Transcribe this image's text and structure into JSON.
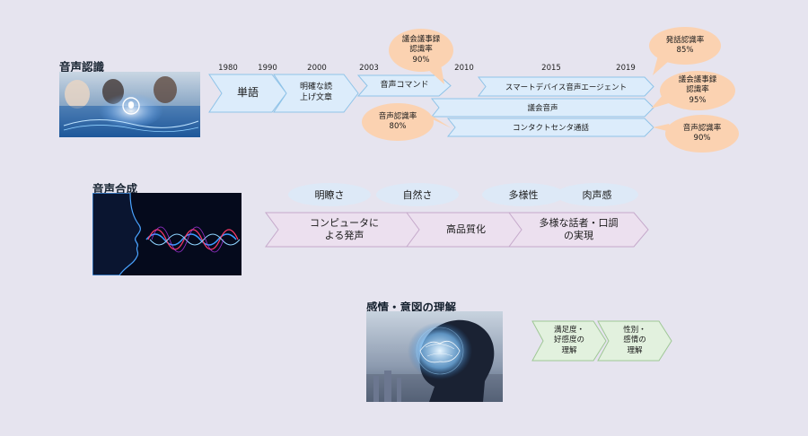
{
  "sections": {
    "speech_recognition": {
      "title": "音声認識"
    },
    "speech_synthesis": {
      "title": "音声合成"
    },
    "emotion": {
      "title": "感情・意図の理解"
    }
  },
  "years": [
    "1980",
    "1990",
    "2000",
    "2003",
    "2010",
    "2015",
    "2019"
  ],
  "recognition": {
    "steps": [
      "単語",
      "明確な読\n上げ文章",
      "音声コマンド"
    ],
    "bars": [
      "スマートデバイス音声エージェント",
      "議会音声",
      "コンタクトセンタ通話"
    ],
    "bubbles": {
      "gikai_top": "議会議事録\n認識率\n90%",
      "command_rate": "音声認識率\n80%",
      "utterance": "発話認識率\n85%",
      "gikai_right": "議会議事録\n認識率\n95%",
      "contact_rate": "音声認識率\n90%"
    }
  },
  "synthesis": {
    "clouds": [
      "明瞭さ",
      "自然さ",
      "多様性",
      "肉声感"
    ],
    "steps": [
      "コンピュータに\nよる発声",
      "高品質化",
      "多様な話者・口調\nの実現"
    ]
  },
  "emotion_steps": [
    "満足度・\n好感度の\n理解",
    "性別・\n感情の\n理解"
  ],
  "colors": {
    "background": "#e6e4ef",
    "recognition": "#dcecfb",
    "synthesis": "#ece0ef",
    "emotion": "#e2f1de",
    "bubble": "#fbd2b1"
  }
}
